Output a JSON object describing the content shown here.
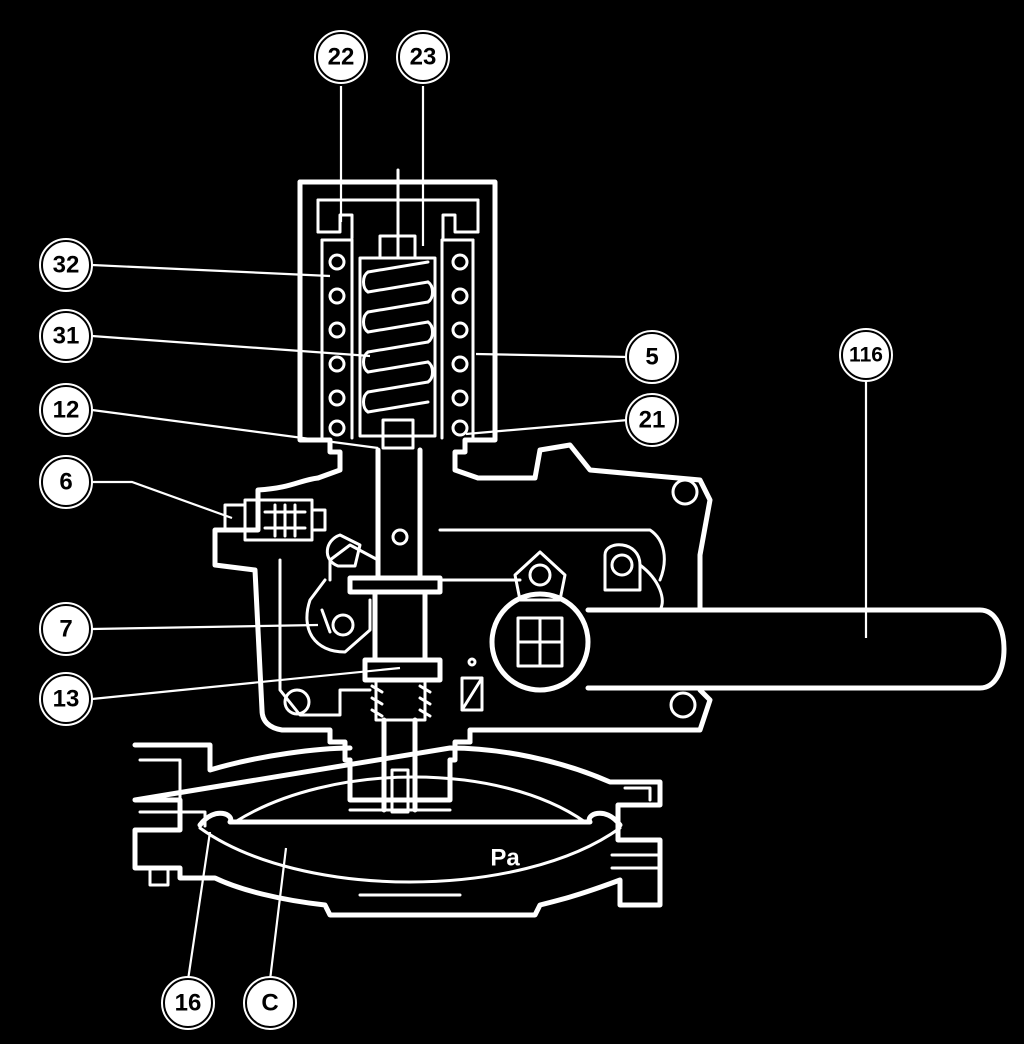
{
  "colors": {
    "background": "#000000",
    "line": "#ffffff",
    "bubble_fill": "#ffffff",
    "bubble_text": "#000000"
  },
  "callouts": [
    {
      "id": "c22",
      "label": "22"
    },
    {
      "id": "c23",
      "label": "23"
    },
    {
      "id": "c32",
      "label": "32"
    },
    {
      "id": "c31",
      "label": "31"
    },
    {
      "id": "c5",
      "label": "5"
    },
    {
      "id": "c116",
      "label": "116"
    },
    {
      "id": "c12",
      "label": "12"
    },
    {
      "id": "c21",
      "label": "21"
    },
    {
      "id": "c6",
      "label": "6"
    },
    {
      "id": "c7",
      "label": "7"
    },
    {
      "id": "c13",
      "label": "13"
    },
    {
      "id": "c16",
      "label": "16"
    },
    {
      "id": "cC",
      "label": "C"
    }
  ],
  "regions": {
    "pressure_label": "Pa"
  }
}
